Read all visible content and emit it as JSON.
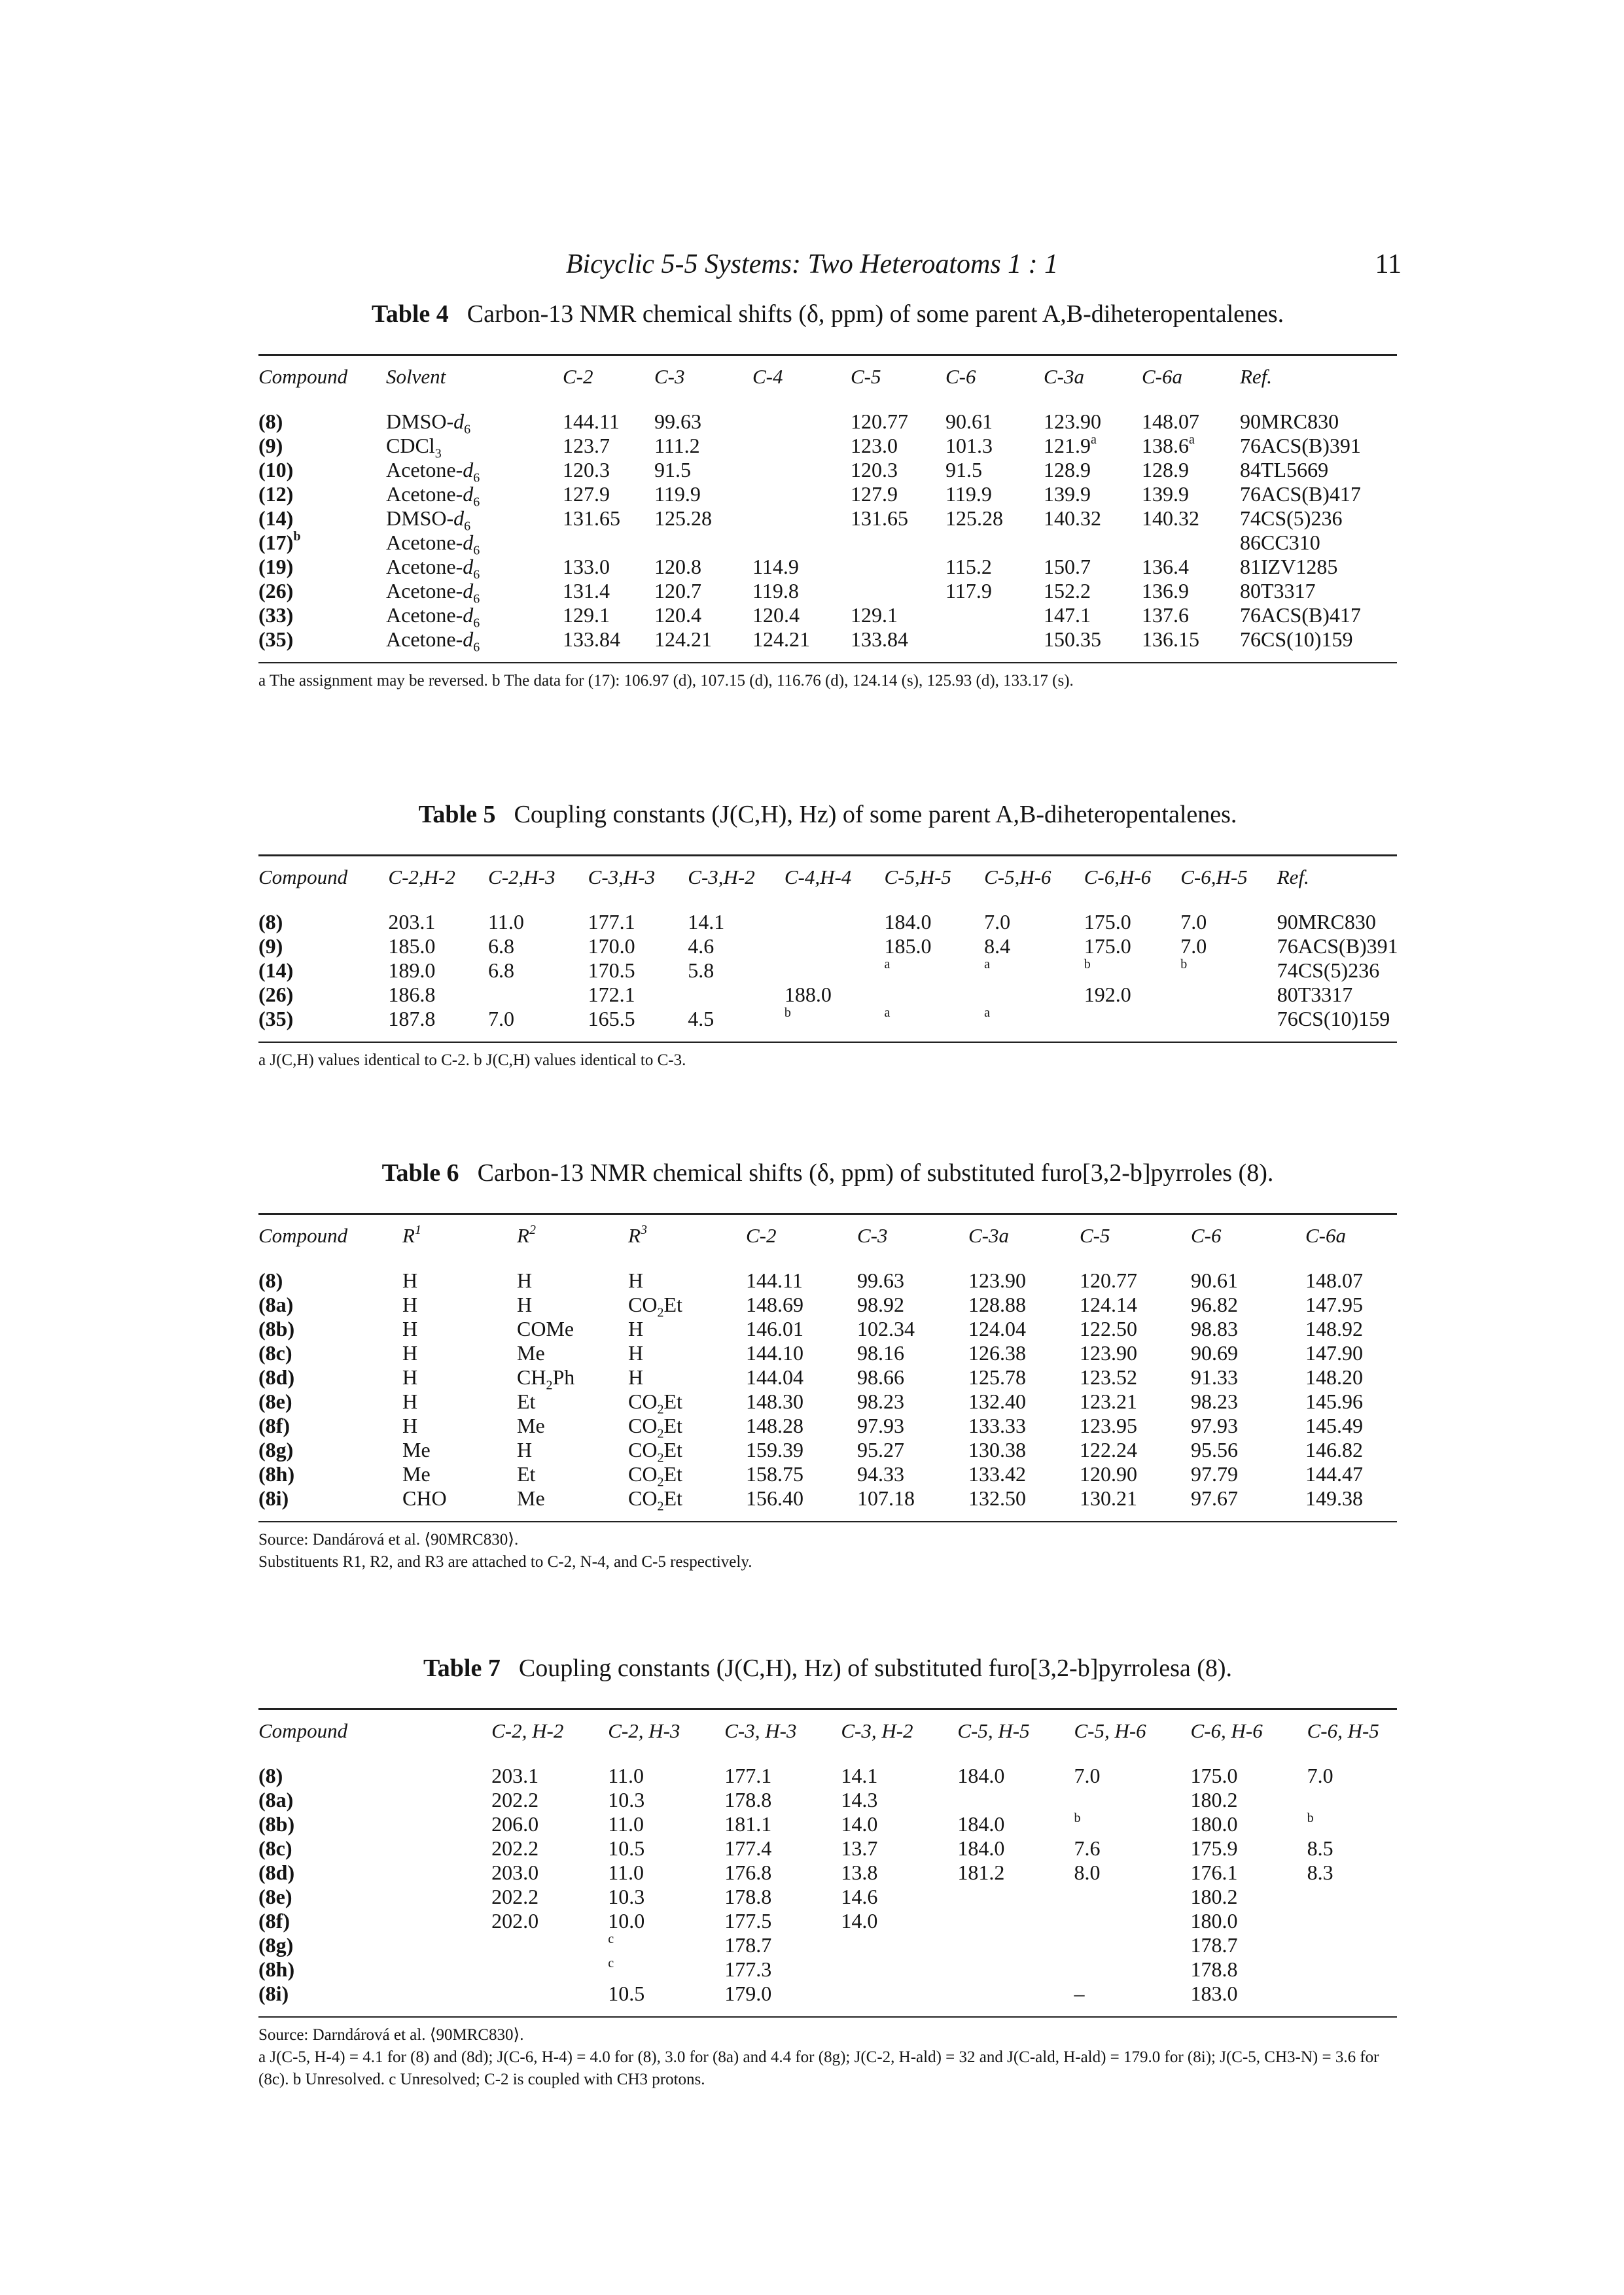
{
  "running_head": {
    "title": "Bicyclic 5-5 Systems: Two Heteroatoms 1 : 1",
    "page_number": "11"
  },
  "table4": {
    "label": "Table 4",
    "caption": "Carbon-13 NMR chemical shifts (δ, ppm) of some parent A,B-diheteropentalenes.",
    "headers": [
      "Compound",
      "Solvent",
      "C-2",
      "C-3",
      "C-4",
      "C-5",
      "C-6",
      "C-3a",
      "C-6a",
      "Ref."
    ],
    "rows": [
      [
        "(8)",
        "DMSO-d6",
        "144.11",
        "99.63",
        "",
        "120.77",
        "90.61",
        "123.90",
        "148.07",
        "90MRC830"
      ],
      [
        "(9)",
        "CDCl3",
        "123.7",
        "111.2",
        "",
        "123.0",
        "101.3",
        "121.9a",
        "138.6a",
        "76ACS(B)391"
      ],
      [
        "(10)",
        "Acetone-d6",
        "120.3",
        "91.5",
        "",
        "120.3",
        "91.5",
        "128.9",
        "128.9",
        "84TL5669"
      ],
      [
        "(12)",
        "Acetone-d6",
        "127.9",
        "119.9",
        "",
        "127.9",
        "119.9",
        "139.9",
        "139.9",
        "76ACS(B)417"
      ],
      [
        "(14)",
        "DMSO-d6",
        "131.65",
        "125.28",
        "",
        "131.65",
        "125.28",
        "140.32",
        "140.32",
        "74CS(5)236"
      ],
      [
        "(17)b",
        "Acetone-d6",
        "",
        "",
        "",
        "",
        "",
        "",
        "",
        "86CC310"
      ],
      [
        "(19)",
        "Acetone-d6",
        "133.0",
        "120.8",
        "114.9",
        "",
        "115.2",
        "150.7",
        "136.4",
        "81IZV1285"
      ],
      [
        "(26)",
        "Acetone-d6",
        "131.4",
        "120.7",
        "119.8",
        "",
        "117.9",
        "152.2",
        "136.9",
        "80T3317"
      ],
      [
        "(33)",
        "Acetone-d6",
        "129.1",
        "120.4",
        "120.4",
        "129.1",
        "",
        "147.1",
        "137.6",
        "76ACS(B)417"
      ],
      [
        "(35)",
        "Acetone-d6",
        "133.84",
        "124.21",
        "124.21",
        "133.84",
        "",
        "150.35",
        "136.15",
        "76CS(10)159"
      ]
    ],
    "footnote": "a The assignment may be reversed.   b The data for (17): 106.97 (d), 107.15 (d), 116.76 (d), 124.14 (s), 125.93 (d), 133.17 (s)."
  },
  "table5": {
    "label": "Table 5",
    "caption": "Coupling constants (J(C,H), Hz) of some parent A,B-diheteropentalenes.",
    "headers": [
      "Compound",
      "C-2,H-2",
      "C-2,H-3",
      "C-3,H-3",
      "C-3,H-2",
      "C-4,H-4",
      "C-5,H-5",
      "C-5,H-6",
      "C-6,H-6",
      "C-6,H-5",
      "Ref."
    ],
    "rows": [
      [
        "(8)",
        "203.1",
        "11.0",
        "177.1",
        "14.1",
        "",
        "184.0",
        "7.0",
        "175.0",
        "7.0",
        "90MRC830"
      ],
      [
        "(9)",
        "185.0",
        "6.8",
        "170.0",
        "4.6",
        "",
        "185.0",
        "8.4",
        "175.0",
        "7.0",
        "76ACS(B)391"
      ],
      [
        "(14)",
        "189.0",
        "6.8",
        "170.5",
        "5.8",
        "",
        "a",
        "a",
        "b",
        "b",
        "74CS(5)236"
      ],
      [
        "(26)",
        "186.8",
        "",
        "172.1",
        "",
        "188.0",
        "",
        "",
        "192.0",
        "",
        "80T3317"
      ],
      [
        "(35)",
        "187.8",
        "7.0",
        "165.5",
        "4.5",
        "b",
        "a",
        "a",
        "",
        "",
        "76CS(10)159"
      ]
    ],
    "footnote": "a J(C,H) values identical to C-2.   b J(C,H) values identical to C-3."
  },
  "table6": {
    "label": "Table 6",
    "caption": "Carbon-13 NMR chemical shifts (δ, ppm) of substituted furo[3,2-b]pyrroles (8).",
    "headers": [
      "Compound",
      "R1",
      "R2",
      "R3",
      "C-2",
      "C-3",
      "C-3a",
      "C-5",
      "C-6",
      "C-6a"
    ],
    "rows": [
      [
        "(8)",
        "H",
        "H",
        "H",
        "144.11",
        "99.63",
        "123.90",
        "120.77",
        "90.61",
        "148.07"
      ],
      [
        "(8a)",
        "H",
        "H",
        "CO2Et",
        "148.69",
        "98.92",
        "128.88",
        "124.14",
        "96.82",
        "147.95"
      ],
      [
        "(8b)",
        "H",
        "COMe",
        "H",
        "146.01",
        "102.34",
        "124.04",
        "122.50",
        "98.83",
        "148.92"
      ],
      [
        "(8c)",
        "H",
        "Me",
        "H",
        "144.10",
        "98.16",
        "126.38",
        "123.90",
        "90.69",
        "147.90"
      ],
      [
        "(8d)",
        "H",
        "CH2Ph",
        "H",
        "144.04",
        "98.66",
        "125.78",
        "123.52",
        "91.33",
        "148.20"
      ],
      [
        "(8e)",
        "H",
        "Et",
        "CO2Et",
        "148.30",
        "98.23",
        "132.40",
        "123.21",
        "98.23",
        "145.96"
      ],
      [
        "(8f)",
        "H",
        "Me",
        "CO2Et",
        "148.28",
        "97.93",
        "133.33",
        "123.95",
        "97.93",
        "145.49"
      ],
      [
        "(8g)",
        "Me",
        "H",
        "CO2Et",
        "159.39",
        "95.27",
        "130.38",
        "122.24",
        "95.56",
        "146.82"
      ],
      [
        "(8h)",
        "Me",
        "Et",
        "CO2Et",
        "158.75",
        "94.33",
        "133.42",
        "120.90",
        "97.79",
        "144.47"
      ],
      [
        "(8i)",
        "CHO",
        "Me",
        "CO2Et",
        "156.40",
        "107.18",
        "132.50",
        "130.21",
        "97.67",
        "149.38"
      ]
    ],
    "source": "Source: Dandárová et al. ⟨90MRC830⟩.",
    "note": "Substituents R1, R2, and R3 are attached to C-2, N-4, and C-5 respectively."
  },
  "table7": {
    "label": "Table 7",
    "caption": "Coupling constants (J(C,H), Hz) of substituted furo[3,2-b]pyrrolesa (8).",
    "headers": [
      "Compound",
      "C-2, H-2",
      "C-2, H-3",
      "C-3, H-3",
      "C-3, H-2",
      "C-5, H-5",
      "C-5, H-6",
      "C-6, H-6",
      "C-6, H-5"
    ],
    "rows": [
      [
        "(8)",
        "203.1",
        "11.0",
        "177.1",
        "14.1",
        "184.0",
        "7.0",
        "175.0",
        "7.0"
      ],
      [
        "(8a)",
        "202.2",
        "10.3",
        "178.8",
        "14.3",
        "",
        "",
        "180.2",
        ""
      ],
      [
        "(8b)",
        "206.0",
        "11.0",
        "181.1",
        "14.0",
        "184.0",
        "b",
        "180.0",
        "b"
      ],
      [
        "(8c)",
        "202.2",
        "10.5",
        "177.4",
        "13.7",
        "184.0",
        "7.6",
        "175.9",
        "8.5"
      ],
      [
        "(8d)",
        "203.0",
        "11.0",
        "176.8",
        "13.8",
        "181.2",
        "8.0",
        "176.1",
        "8.3"
      ],
      [
        "(8e)",
        "202.2",
        "10.3",
        "178.8",
        "14.6",
        "",
        "",
        "180.2",
        ""
      ],
      [
        "(8f)",
        "202.0",
        "10.0",
        "177.5",
        "14.0",
        "",
        "",
        "180.0",
        ""
      ],
      [
        "(8g)",
        "",
        "c",
        "178.7",
        "",
        "",
        "",
        "178.7",
        ""
      ],
      [
        "(8h)",
        "",
        "c",
        "177.3",
        "",
        "",
        "",
        "178.8",
        ""
      ],
      [
        "(8i)",
        "",
        "10.5",
        "179.0",
        "",
        "",
        "–",
        "183.0",
        ""
      ]
    ],
    "source": "Source: Darndárová et al. ⟨90MRC830⟩.",
    "footnote": "a J(C-5, H-4) = 4.1 for (8) and (8d); J(C-6, H-4) = 4.0 for (8), 3.0 for (8a) and 4.4 for (8g); J(C-2, H-ald) = 32 and J(C-ald, H-ald) = 179.0 for (8i); J(C-5, CH3-N) = 3.6 for (8c).   b Unresolved.   c Unresolved; C-2 is coupled with CH3 protons."
  }
}
